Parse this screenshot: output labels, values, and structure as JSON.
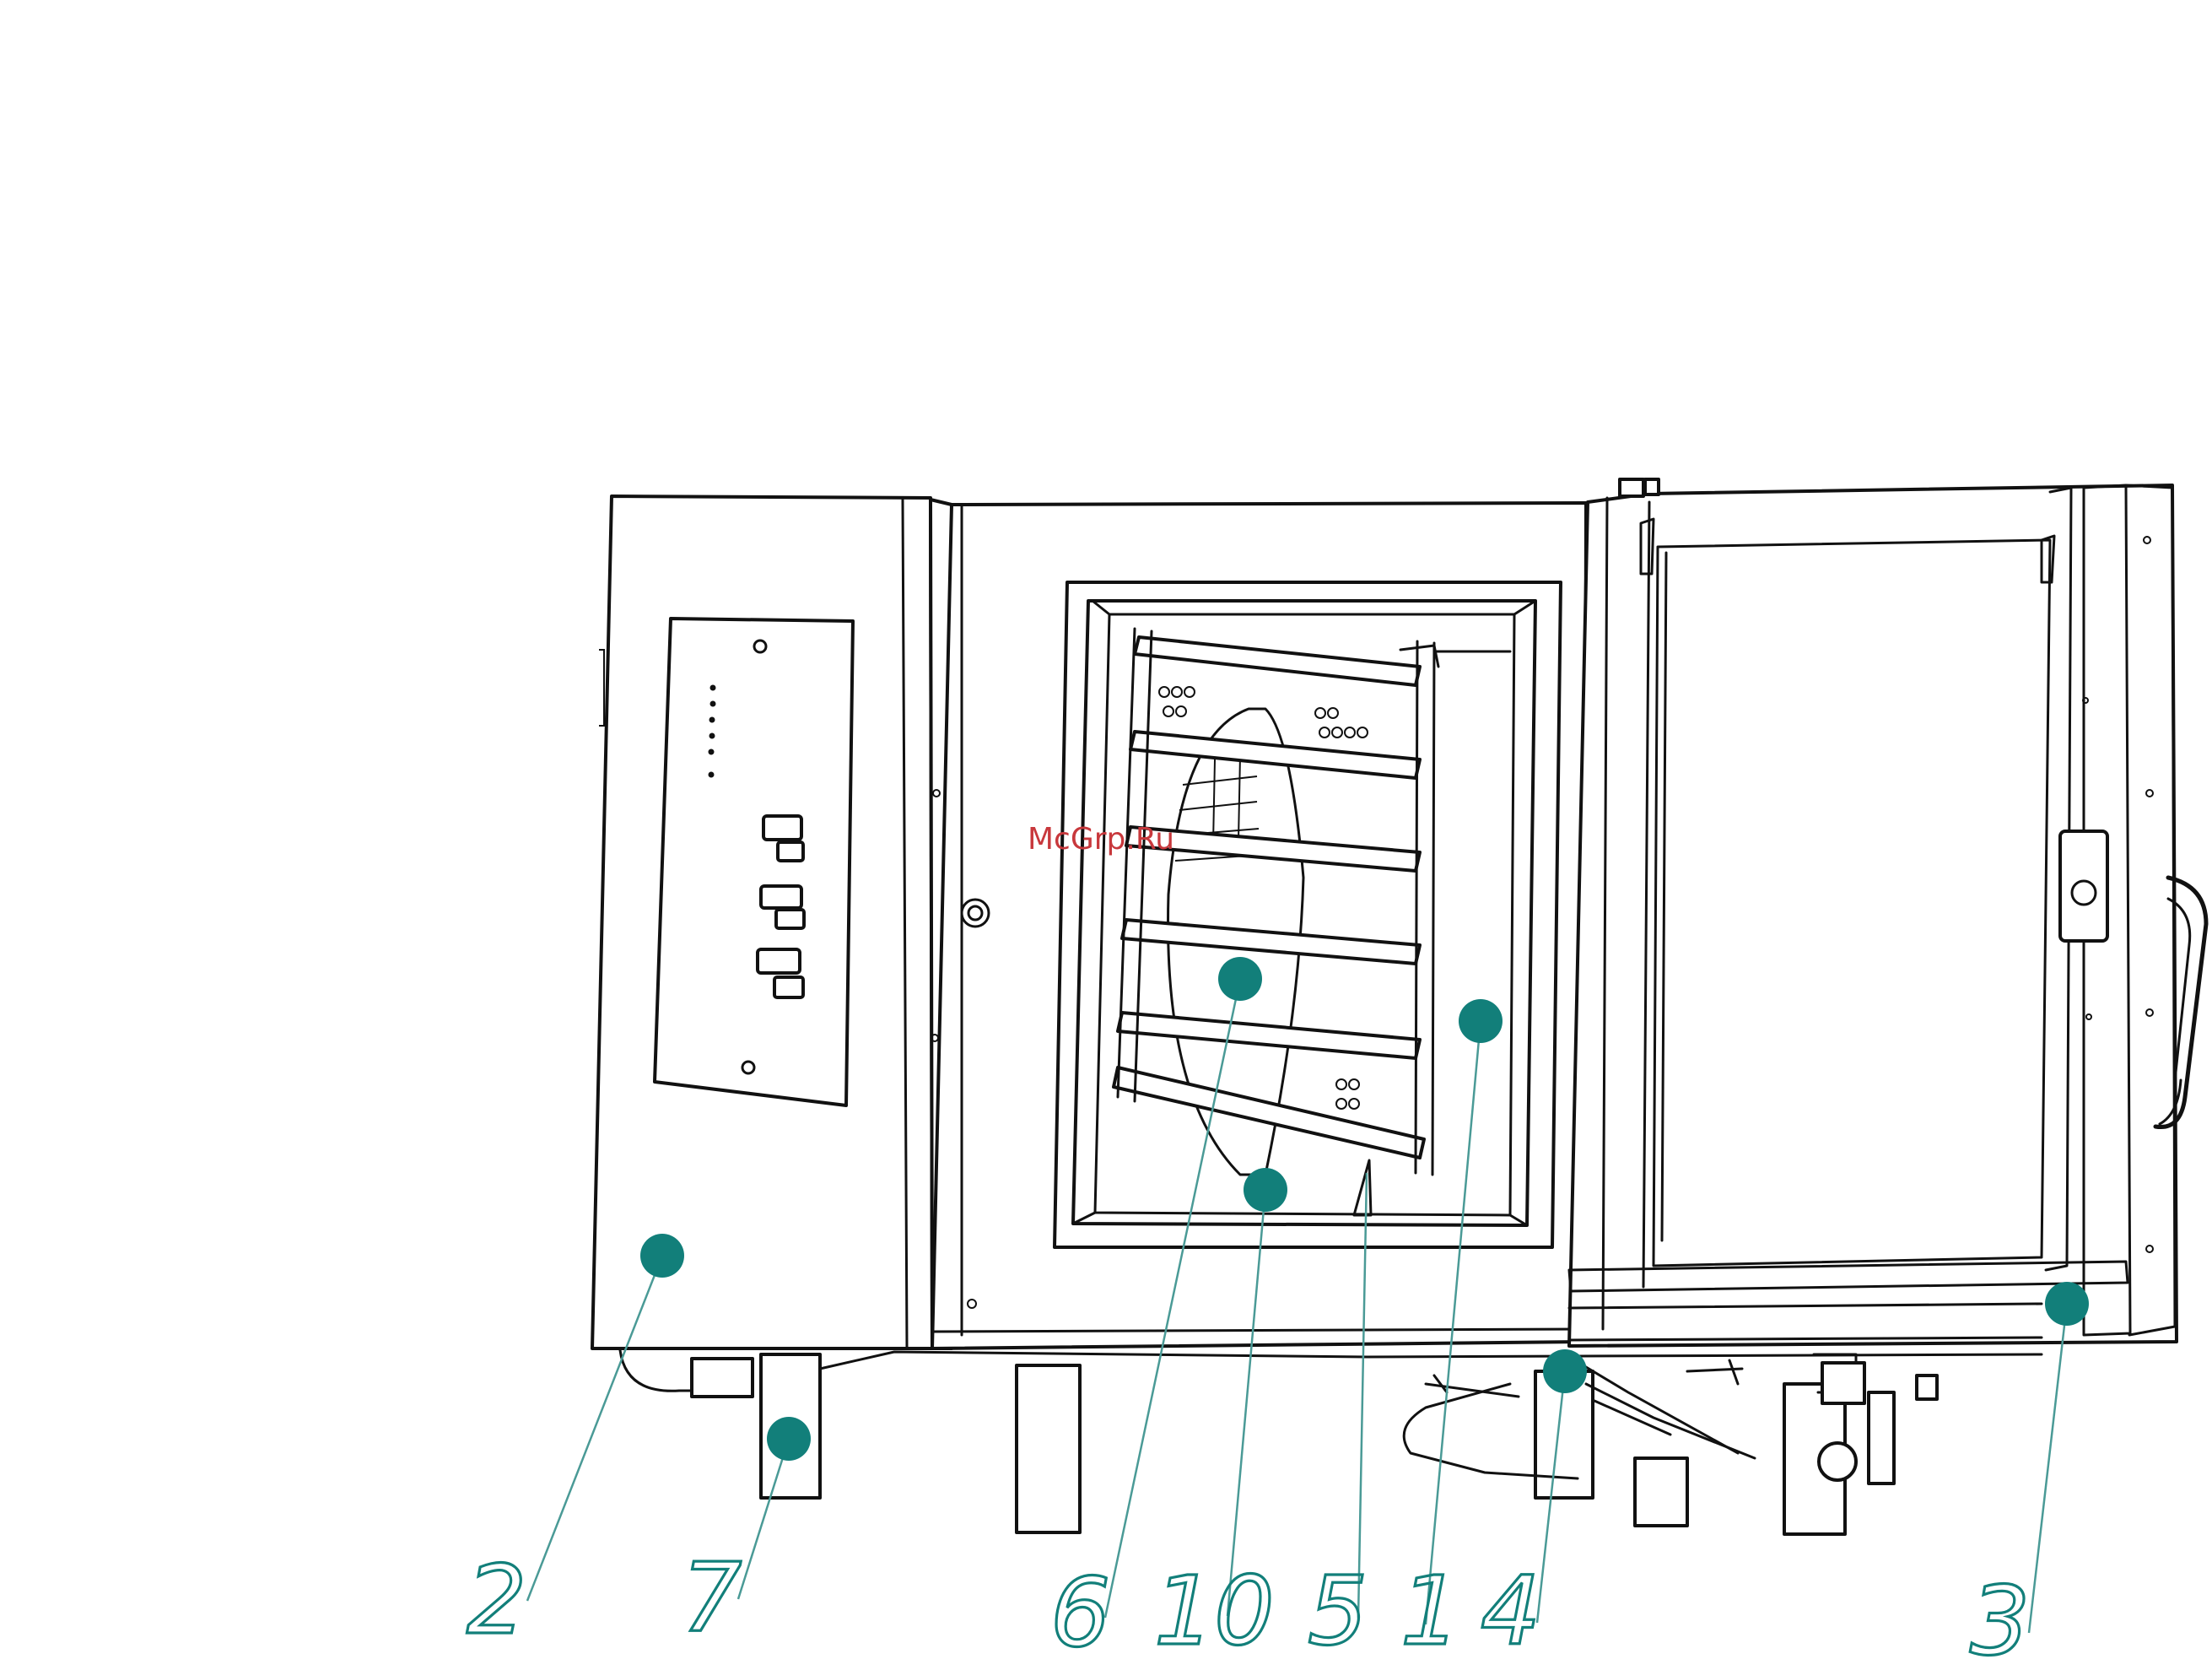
{
  "diagram": {
    "marker_color": "#127f7a",
    "leader_color": "#4a9a96",
    "line_color": "#111111",
    "watermark": {
      "text": "McGrp.Ru",
      "color": "#c8383c"
    },
    "callouts": [
      {
        "id": "c2",
        "label": "2"
      },
      {
        "id": "c7",
        "label": "7"
      },
      {
        "id": "c6",
        "label": "6"
      },
      {
        "id": "c10",
        "label": "10"
      },
      {
        "id": "c5",
        "label": "5"
      },
      {
        "id": "c1",
        "label": "1"
      },
      {
        "id": "c4",
        "label": "4"
      },
      {
        "id": "c3",
        "label": "3"
      }
    ]
  }
}
